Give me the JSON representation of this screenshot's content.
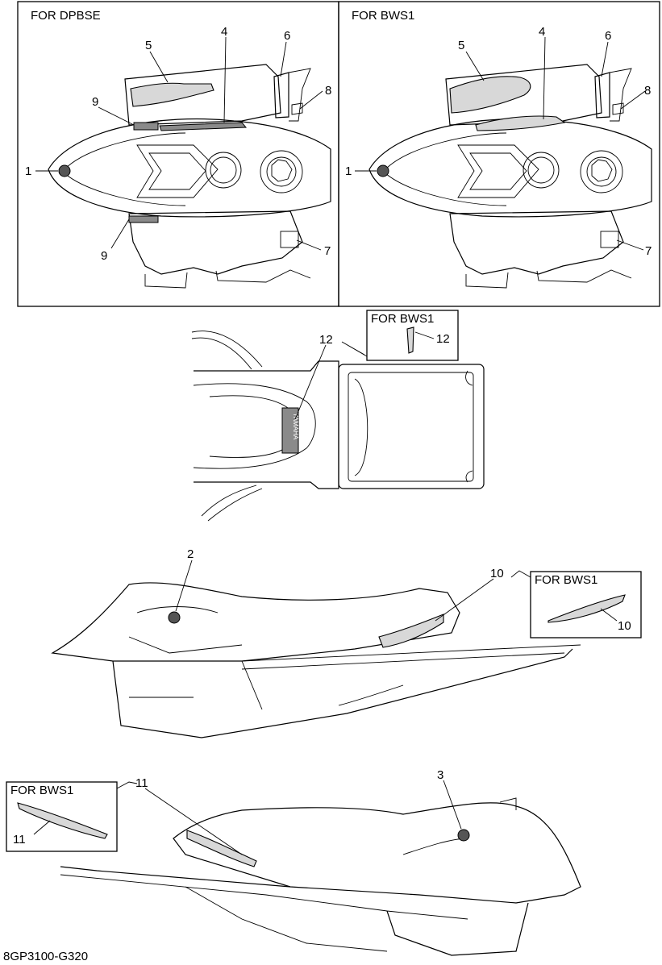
{
  "panels": {
    "dpbse_title": "FOR DPBSE",
    "bws1_title": "FOR BWS1"
  },
  "insets": {
    "inset12_title": "FOR BWS1",
    "inset10_title": "FOR BWS1",
    "inset11_title": "FOR BWS1"
  },
  "callouts": {
    "n1": "1",
    "n2": "2",
    "n3": "3",
    "n4": "4",
    "n5": "5",
    "n6": "6",
    "n7": "7",
    "n8": "8",
    "n9": "9",
    "n10": "10",
    "n11": "11",
    "n12": "12"
  },
  "embossed_text": "YAMAHA",
  "footer": {
    "code": "8GP3100-G320"
  },
  "colors": {
    "line": "#000000",
    "background": "#ffffff",
    "decal_fill": "#d8d8d8"
  }
}
